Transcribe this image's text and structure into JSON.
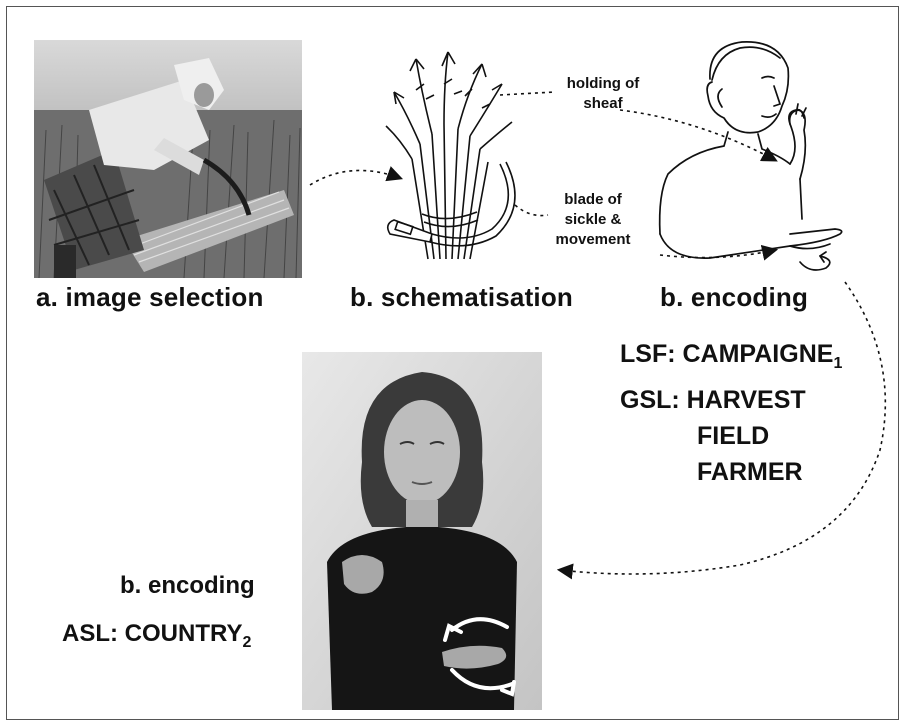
{
  "captions": {
    "image_selection": "a. image selection",
    "schematisation": "b. schematisation",
    "encoding_top": "b. encoding",
    "encoding_bottom": "b. encoding"
  },
  "annotations": {
    "holding_line1": "holding of",
    "holding_line2": "sheaf",
    "blade_line1": "blade of",
    "blade_line2": "sickle &",
    "blade_line3": "movement"
  },
  "glosses": {
    "lsf_prefix": "LSF:",
    "lsf_word": "CAMPAIGNE",
    "lsf_sub": "1",
    "gsl_prefix": "GSL:",
    "gsl_words": [
      "HARVEST",
      "FIELD",
      "FARMER"
    ],
    "asl_prefix": "ASL:",
    "asl_word": "COUNTRY",
    "asl_sub": "2"
  }
}
